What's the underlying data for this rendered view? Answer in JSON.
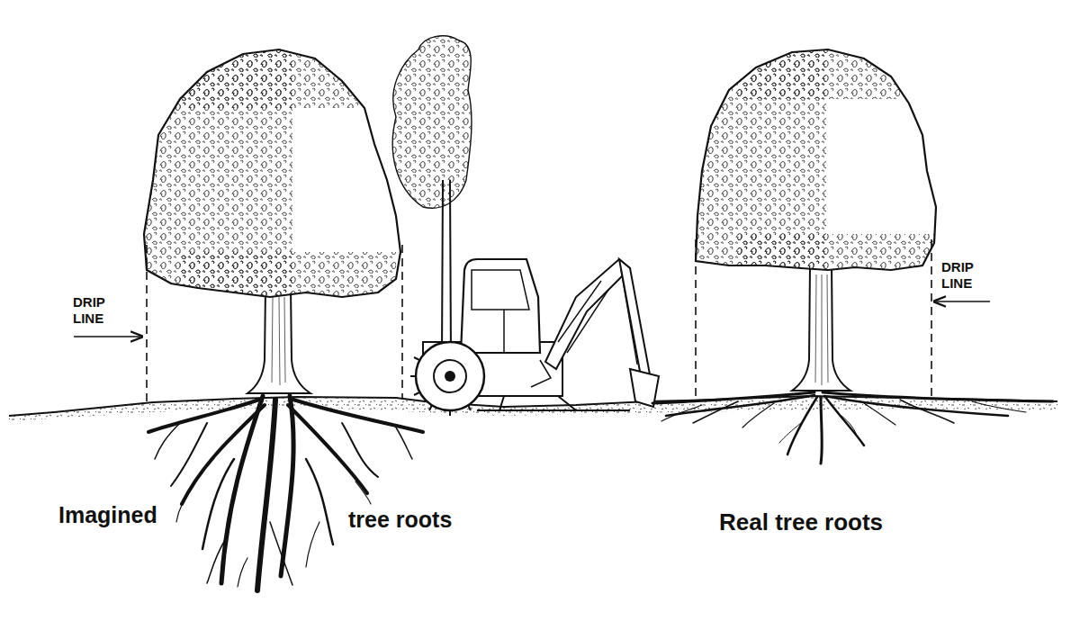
{
  "diagram": {
    "labels": [
      "DRIP LINE",
      "DRIP LINE",
      "Imagined",
      "tree roots",
      "Real tree roots"
    ]
  }
}
